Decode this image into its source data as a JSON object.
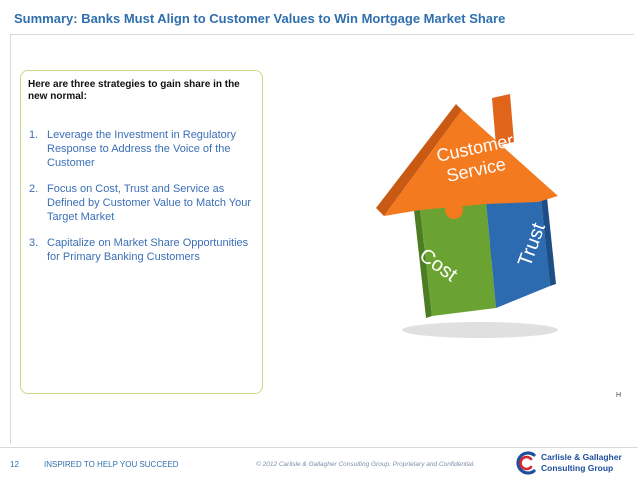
{
  "slide": {
    "title": "Summary: Banks Must Align to Customer Values to Win Mortgage Market Share",
    "intro": "Here are three strategies to gain share in the new normal:",
    "strategies": [
      {
        "num": "1.",
        "text": "Leverage the Investment in Regulatory Response to Address the Voice of the Customer"
      },
      {
        "num": "2.",
        "text": "Focus on Cost, Trust and Service as Defined by Customer Value to Match Your Target Market"
      },
      {
        "num": "3.",
        "text": "Capitalize on Market Share Opportunities for Primary Banking Customers"
      }
    ],
    "image": {
      "roof_line1": "Customer",
      "roof_line2": "Service",
      "piece_left": "Cost",
      "piece_right": "Trust"
    },
    "marker": "H"
  },
  "footer": {
    "page_number": "12",
    "tagline": "INSPIRED TO HELP YOU SUCCEED",
    "copyright": "© 2012 Carlisle & Gallagher Consulting Group.  Proprietary and Confidential.",
    "logo_line1": "Carlisle & Gallagher",
    "logo_line2": "Consulting Group"
  },
  "colors": {
    "title_blue": "#2f6fae",
    "text_blue": "#3b6fb6",
    "roof_orange": "#f47a20",
    "green_piece": "#6aa332",
    "blue_piece": "#2c6bb0",
    "logo_navy": "#1e4e9c",
    "logo_red": "#d6262f"
  }
}
